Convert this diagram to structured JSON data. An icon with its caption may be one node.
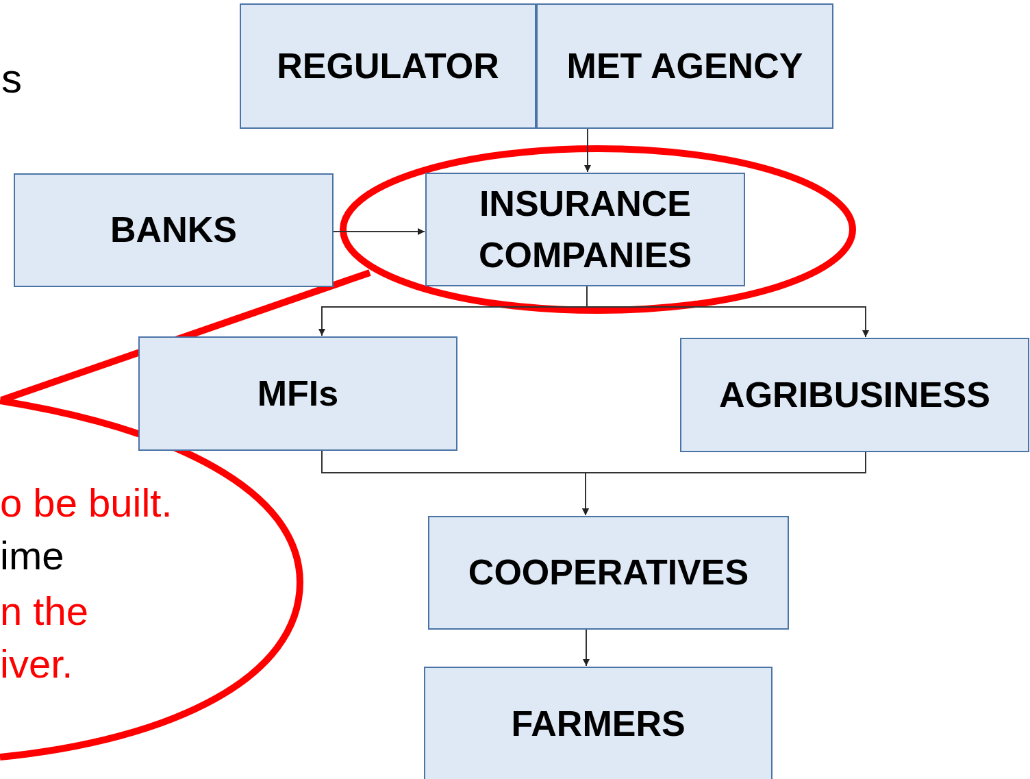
{
  "diagram": {
    "nodes": [
      {
        "text": [
          "REGULATOR"
        ]
      },
      {
        "text": [
          "MET AGENCY"
        ]
      },
      {
        "text": [
          "BANKS"
        ]
      },
      {
        "text": [
          "INSURANCE COMPANIES"
        ]
      },
      {
        "text": [
          "MFIs"
        ]
      },
      {
        "text": [
          "AGRIBUSINESS"
        ]
      },
      {
        "text": [
          "COOPERATIVES"
        ]
      },
      {
        "text": [
          "FARMERS"
        ]
      },
      {
        "text": [
          "o be built.",
          "ime",
          "n the iver."
        ]
      }
    ],
    "edges": [
      {
        "from": 1,
        "to": 3,
        "arrow": "to"
      },
      {
        "from": 2,
        "to": 3,
        "arrow": "to"
      },
      {
        "from": 3,
        "to": 4,
        "arrow": "to"
      },
      {
        "from": 3,
        "to": 5,
        "arrow": "to"
      },
      {
        "from": 4,
        "to": 6,
        "arrow": "to"
      },
      {
        "from": 5,
        "to": 6,
        "arrow": "to"
      },
      {
        "from": 6,
        "to": 7,
        "arrow": "to"
      }
    ],
    "labels": [
      "s"
    ]
  }
}
